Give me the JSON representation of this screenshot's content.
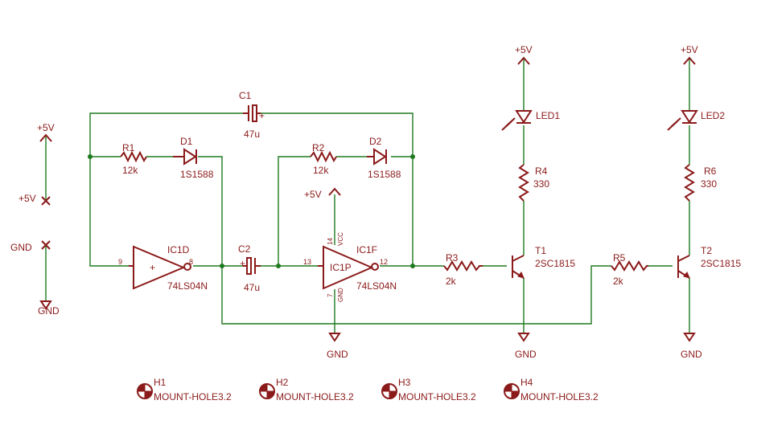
{
  "power": {
    "vcc": "+5V",
    "gnd": "GND"
  },
  "components": {
    "c1": {
      "name": "C1",
      "value": "47u"
    },
    "c2": {
      "name": "C2",
      "value": "47u"
    },
    "r1": {
      "name": "R1",
      "value": "12k"
    },
    "r2": {
      "name": "R2",
      "value": "12k"
    },
    "r3": {
      "name": "R3",
      "value": "2k"
    },
    "r4": {
      "name": "R4",
      "value": "330"
    },
    "r5": {
      "name": "R5",
      "value": "2k"
    },
    "r6": {
      "name": "R6",
      "value": "330"
    },
    "d1": {
      "name": "D1",
      "value": "1S1588"
    },
    "d2": {
      "name": "D2",
      "value": "1S1588"
    },
    "led1": {
      "name": "LED1"
    },
    "led2": {
      "name": "LED2"
    },
    "t1": {
      "name": "T1",
      "value": "2SC1815"
    },
    "t2": {
      "name": "T2",
      "value": "2SC1815"
    },
    "ic1d": {
      "name": "IC1D",
      "value": "74LS04N",
      "pin_in": "9",
      "pin_out": "8"
    },
    "ic1f": {
      "name": "IC1F",
      "value": "74LS04N",
      "pin_in": "13",
      "pin_out": "12"
    },
    "ic1p": {
      "name": "IC1P",
      "pin_vcc": "14",
      "pin_gnd": "7",
      "vcc": "VCC",
      "gnd": "GND"
    }
  },
  "mount_holes": [
    {
      "name": "H1",
      "value": "MOUNT-HOLE3.2"
    },
    {
      "name": "H2",
      "value": "MOUNT-HOLE3.2"
    },
    {
      "name": "H3",
      "value": "MOUNT-HOLE3.2"
    },
    {
      "name": "H4",
      "value": "MOUNT-HOLE3.2"
    }
  ],
  "colors": {
    "wire": "#1f7a1f",
    "part": "#8b1a1a",
    "background": "#ffffff"
  }
}
